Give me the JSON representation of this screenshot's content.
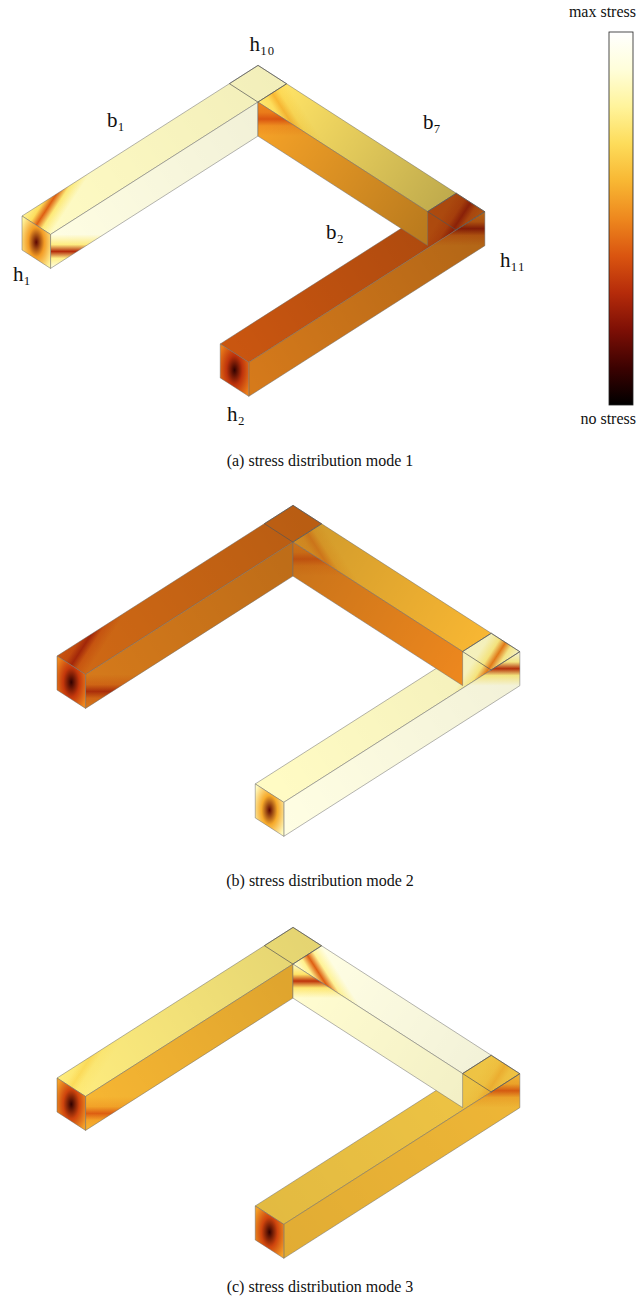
{
  "diagram": {
    "labels": [
      "max stress",
      "h₁₀",
      "b₁",
      "b₇",
      "h₁",
      "h₁₁",
      "b₂",
      "no stress",
      "h₂",
      "(a) stress distribution mode 1",
      "(b) stress distribution mode 2",
      "(c) stress distribution mode 3"
    ]
  }
}
